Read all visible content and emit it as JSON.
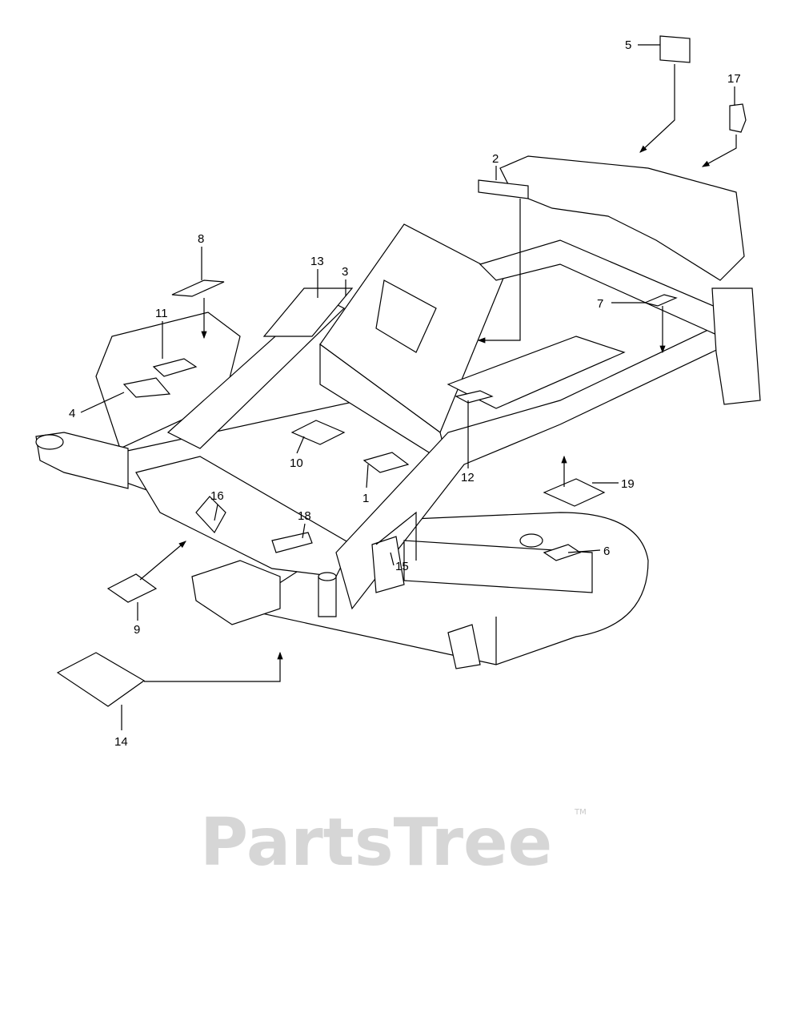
{
  "diagram": {
    "callouts": [
      "1",
      "2",
      "3",
      "4",
      "5",
      "6",
      "7",
      "8",
      "9",
      "10",
      "11",
      "12",
      "13",
      "14",
      "15",
      "16",
      "17",
      "18",
      "19"
    ]
  },
  "watermark": {
    "text": "PartsTree",
    "tm": "TM"
  },
  "colors": {
    "line": "#000000",
    "watermark": "#c8c8c8",
    "background": "#ffffff"
  }
}
